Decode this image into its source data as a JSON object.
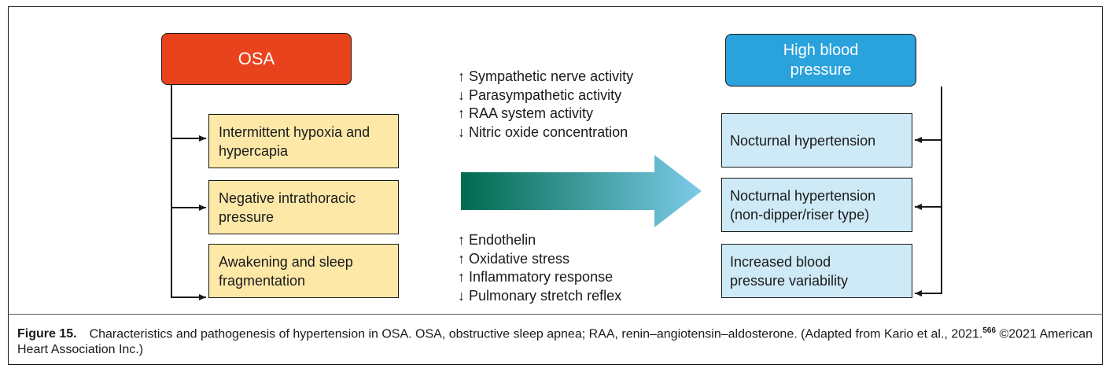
{
  "diagram": {
    "source": {
      "label": "OSA",
      "color": "#e8431c"
    },
    "target": {
      "label_line1": "High blood",
      "label_line2": "pressure",
      "color": "#2aa2dc"
    },
    "causes": [
      {
        "line1": "Intermittent hypoxia and",
        "line2": "hypercapia"
      },
      {
        "line1": "Negative intrathoracic",
        "line2": "pressure"
      },
      {
        "line1": "Awakening and sleep",
        "line2": "fragmentation"
      }
    ],
    "effects": [
      {
        "line1": "Nocturnal hypertension",
        "line2": ""
      },
      {
        "line1": "Nocturnal hypertension",
        "line2": "(non-dipper/riser type)"
      },
      {
        "line1": "Increased blood",
        "line2": "pressure variability"
      }
    ],
    "mechanisms_top": [
      {
        "arrow": "↑",
        "text": "Sympathetic nerve activity"
      },
      {
        "arrow": "↓",
        "text": "Parasympathetic activity"
      },
      {
        "arrow": "↑",
        "text": "RAA system activity"
      },
      {
        "arrow": "↓",
        "text": "Nitric oxide concentration"
      }
    ],
    "mechanisms_bottom": [
      {
        "arrow": "↑",
        "text": "Endothelin"
      },
      {
        "arrow": "↑",
        "text": "Oxidative stress"
      },
      {
        "arrow": "↑",
        "text": "Inflammatory response"
      },
      {
        "arrow": "↓",
        "text": "Pulmonary stretch reflex"
      }
    ],
    "arrow_colors": {
      "start": "#006a4e",
      "end": "#7ccbe9"
    }
  },
  "caption": {
    "label": "Figure 15.",
    "text1": "Characteristics and pathogenesis of hypertension in OSA. OSA, obstructive sleep apnea; RAA, renin–angiotensin–aldosterone. (Adapted from Kario et al., 2021.",
    "ref": "566",
    "text2": " ©2021 American Heart Association Inc.)"
  }
}
